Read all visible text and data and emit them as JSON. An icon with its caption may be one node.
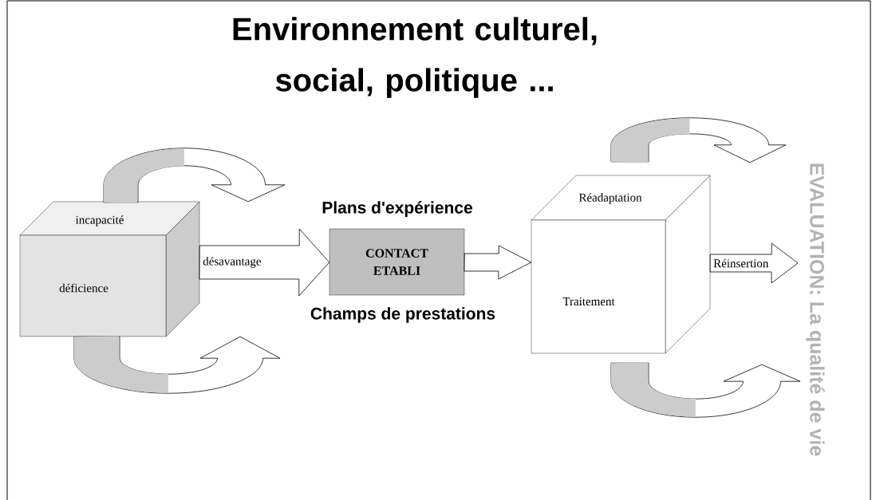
{
  "diagram": {
    "title": "Environnement culturel, social, politique ...",
    "nodes": [
      {
        "text": [
          "incapacité",
          "déficience",
          "désavantage"
        ]
      },
      {
        "text": [
          "CONTACT ETABLI"
        ]
      },
      {
        "text": [
          "Réadaptation",
          "Traitement",
          "Réinsertion"
        ]
      },
      {
        "text": [
          "EVALUATION: La qualité de vie"
        ]
      }
    ],
    "edges": [
      {
        "from": 0,
        "to": 1,
        "arrow": "to"
      },
      {
        "from": 1,
        "to": 2,
        "arrow": "to"
      },
      {
        "from": 2,
        "to": 3,
        "arrow": "to"
      },
      {
        "from": null,
        "to": 0,
        "arrow": "to"
      },
      {
        "from": 0,
        "to": null,
        "arrow": "to"
      },
      {
        "from": null,
        "to": 2,
        "arrow": "to"
      },
      {
        "from": null,
        "to": 2,
        "arrow": "to"
      }
    ],
    "labels": [
      "Plans d'expérience",
      "Champs de prestations"
    ]
  }
}
